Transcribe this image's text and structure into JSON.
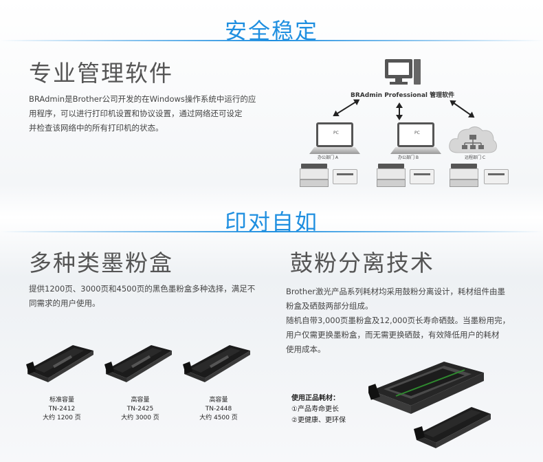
{
  "sections": {
    "security": {
      "heading": "安全稳定"
    },
    "flexibility": {
      "heading": "印对自如"
    }
  },
  "management": {
    "title": "专业管理软件",
    "description_lines": [
      "BRAdmin是Brother公司开发的在Windows操作系统中运行的应",
      "用程序，可以进行打印机设置和协议设置，通过网络还可设定",
      "并检查该网络中的所有打印机的状态。"
    ]
  },
  "network_diagram": {
    "software_label": "BRAdmin Professional 管理软件",
    "pc_word": "PC",
    "offices": [
      {
        "label": "办公部门 A",
        "icon": "laptop"
      },
      {
        "label": "办公部门 B",
        "icon": "laptop"
      },
      {
        "label": "远程部门 C",
        "icon": "cloud-network"
      }
    ]
  },
  "toner": {
    "title": "多种类墨粉盒",
    "description_lines": [
      "提供1200页、3000页和4500页的黑色墨粉盒多种选择，满足不",
      "同需求的用户使用。"
    ],
    "cartridges": [
      {
        "grade": "标准容量",
        "model": "TN-2412",
        "yield": "大约 1200 页"
      },
      {
        "grade": "高容量",
        "model": "TN-2425",
        "yield": "大约 3000 页"
      },
      {
        "grade": "高容量",
        "model": "TN-2448",
        "yield": "大约 4500 页"
      }
    ]
  },
  "drum": {
    "title": "鼓粉分离技术",
    "description_lines": [
      "Brother激光产品系列耗材均采用鼓粉分离设计，耗材组件由墨",
      "粉盒及硒鼓两部分组成。",
      "随机自带3,000页墨粉盒及12,000页长寿命硒鼓。当墨粉用完，",
      "用户仅需更换墨粉盒，而无需更换硒鼓，有效降低用户的耗材",
      "使用成本。"
    ],
    "genuine": {
      "heading": "使用正品耗材：",
      "benefits": [
        "①产品寿命更长",
        "②更健康、更环保"
      ]
    }
  },
  "colors": {
    "accent": "#1f8fe0",
    "heading_gray": "#555555"
  }
}
